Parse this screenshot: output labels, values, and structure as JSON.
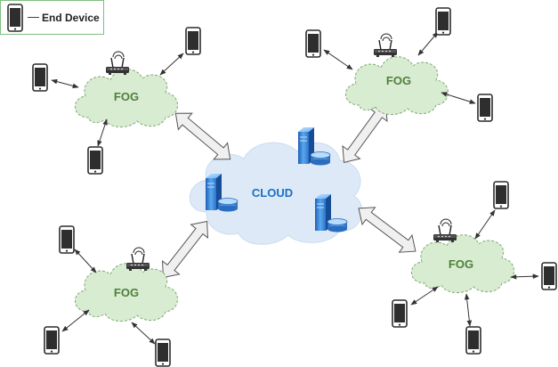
{
  "legend": {
    "dash": "—",
    "label": "End Device"
  },
  "cloud": {
    "label": "CLOUD",
    "color": "#1a6fc4",
    "fill": "#dde9f7"
  },
  "fog": {
    "label": "FOG",
    "color": "#4f7f3a",
    "fill": "#d8ecd2",
    "stroke": "#7fa96f"
  },
  "fog_nodes": [
    "fog-top-left",
    "fog-top-right",
    "fog-bottom-left",
    "fog-bottom-right"
  ],
  "icons": [
    "smartphone-icon",
    "router-icon",
    "server-icon",
    "double-arrow-icon"
  ]
}
